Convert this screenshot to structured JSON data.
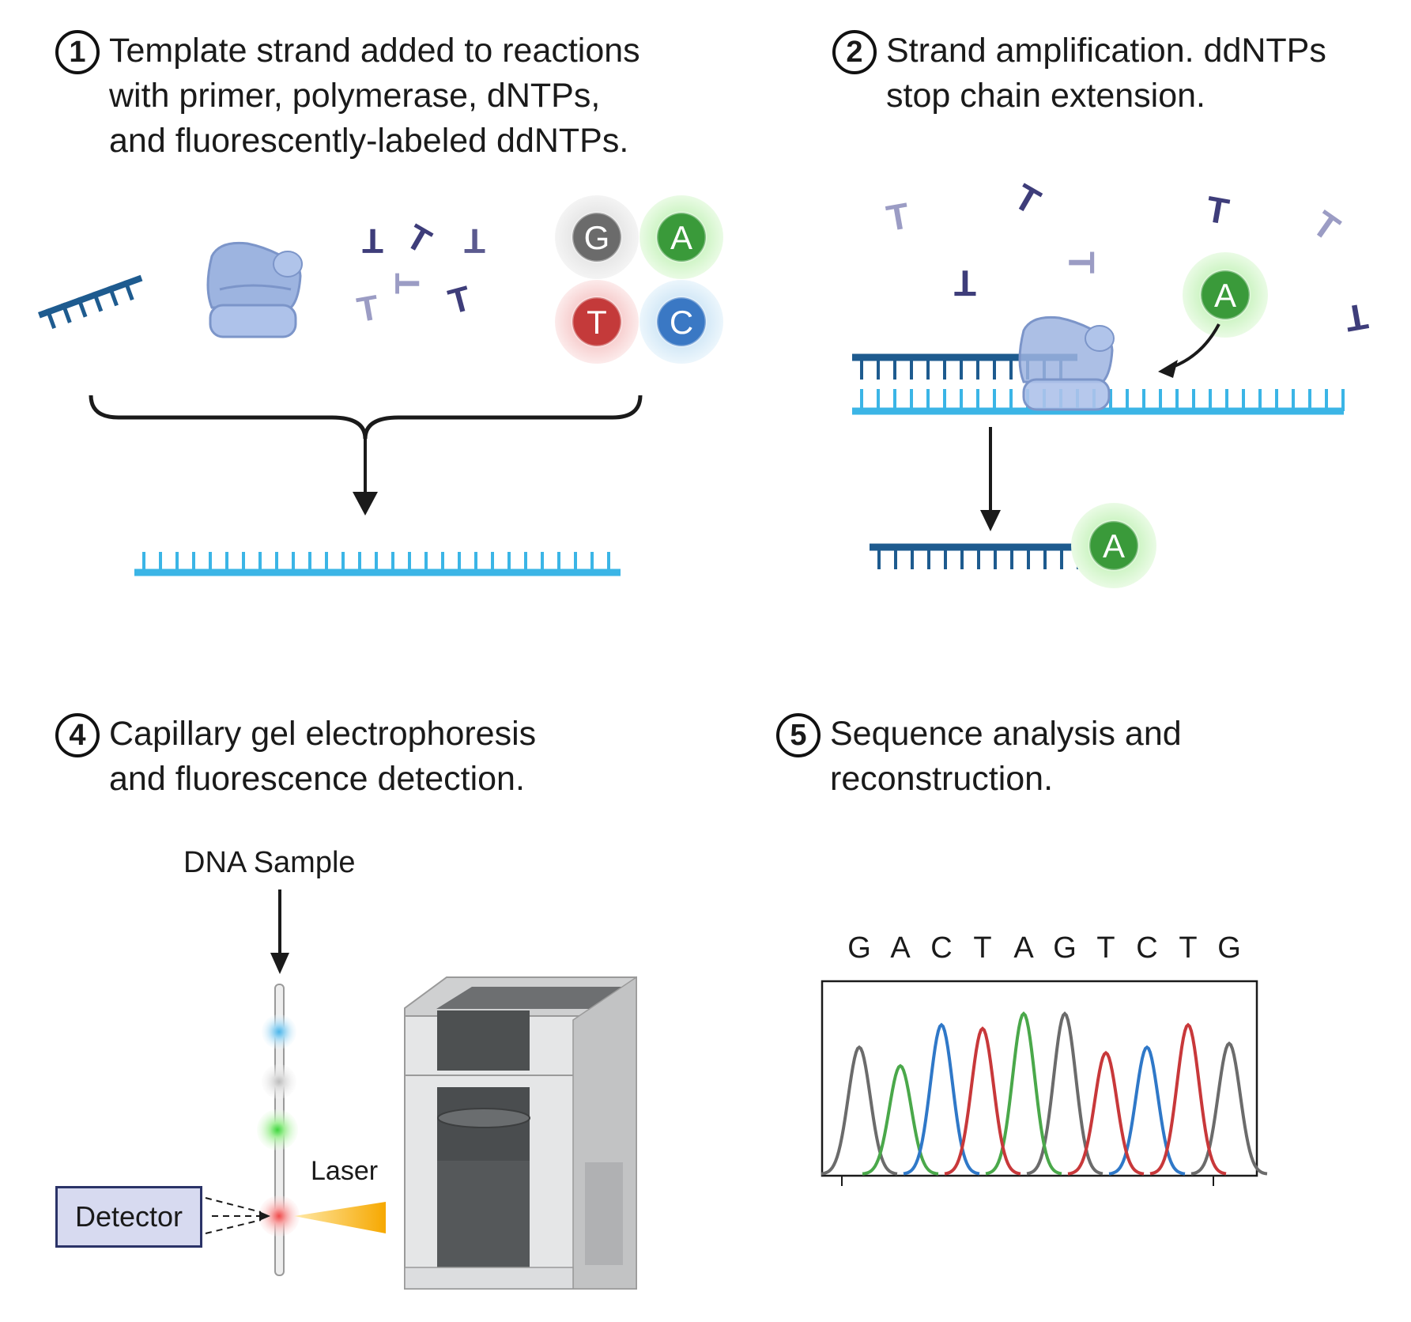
{
  "panels": [
    {
      "number": "1",
      "lines": [
        "Template strand added to reactions",
        "with primer, polymerase, dNTPs,",
        "and fluorescently-labeled ddNTPs."
      ]
    },
    {
      "number": "2",
      "lines": [
        "Strand amplification. ddNTPs",
        "stop chain extension."
      ]
    },
    {
      "number": "4",
      "lines": [
        "Capillary gel electrophoresis",
        "and fluorescence detection."
      ]
    },
    {
      "number": "5",
      "lines": [
        "Sequence analysis and",
        "reconstruction."
      ]
    }
  ],
  "ddntps": [
    {
      "letter": "G",
      "color": "#6b6b6b",
      "glow": "#e4e4e4"
    },
    {
      "letter": "A",
      "color": "#3a9a3a",
      "glow": "#cff5c6"
    },
    {
      "letter": "T",
      "color": "#c43a3a",
      "glow": "#f9d2d2"
    },
    {
      "letter": "C",
      "color": "#3a78c4",
      "glow": "#d5e9f7"
    }
  ],
  "terminator": {
    "letter": "A",
    "color": "#3a9a3a",
    "glow": "#cff5c6"
  },
  "labels": {
    "dna_sample": "DNA Sample",
    "laser": "Laser",
    "detector": "Detector"
  },
  "colors": {
    "template_strand": "#3bb5e6",
    "primer_strand": "#1e5b8f",
    "polymerase": "#9db4e0",
    "dntp_dark": "#3e3d7a",
    "dntp_light": "#9b9cc4"
  },
  "chart_data": {
    "type": "line",
    "title": "",
    "sequence": [
      "G",
      "A",
      "C",
      "T",
      "A",
      "G",
      "T",
      "C",
      "T",
      "G"
    ],
    "base_colors": {
      "G": "#6b6b6b",
      "A": "#4aa84a",
      "C": "#2f78c8",
      "T": "#c8383a"
    },
    "series": [
      {
        "name": "G",
        "peaks": [
          {
            "position": 1,
            "height": 0.68
          },
          {
            "position": 6,
            "height": 0.86
          },
          {
            "position": 10,
            "height": 0.7
          }
        ]
      },
      {
        "name": "A",
        "peaks": [
          {
            "position": 2,
            "height": 0.58
          },
          {
            "position": 5,
            "height": 0.86
          }
        ]
      },
      {
        "name": "C",
        "peaks": [
          {
            "position": 3,
            "height": 0.8
          },
          {
            "position": 8,
            "height": 0.68
          }
        ]
      },
      {
        "name": "T",
        "peaks": [
          {
            "position": 4,
            "height": 0.78
          },
          {
            "position": 7,
            "height": 0.65
          },
          {
            "position": 9,
            "height": 0.8
          }
        ]
      }
    ]
  }
}
